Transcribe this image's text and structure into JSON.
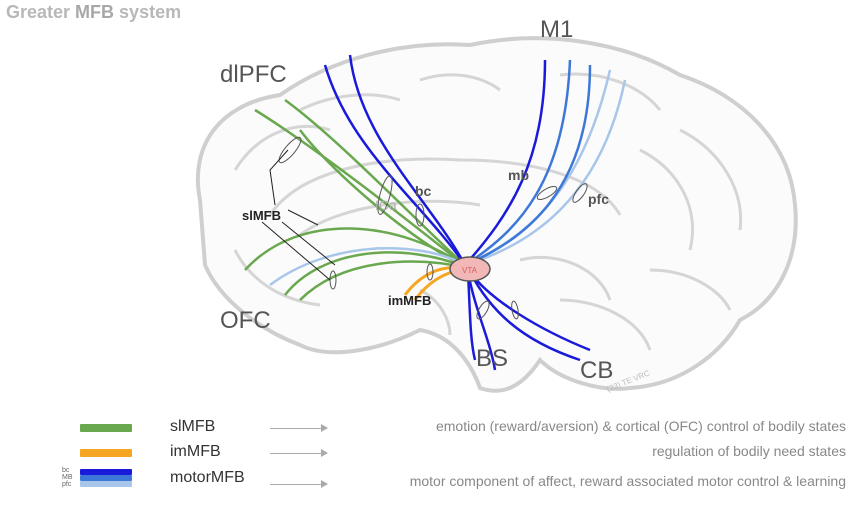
{
  "title": {
    "prefix": "Greater ",
    "strong": "MFB",
    "suffix": " system"
  },
  "labels": {
    "m1": "M1",
    "dlpfc": "dlPFC",
    "ofc": "OFC",
    "bs": "BS",
    "cb": "CB",
    "mb": "mb",
    "pfc": "pfc",
    "bc": "bc",
    "ica": "ICa",
    "slmfb": "slMFB",
    "immfb": "imMFB",
    "vta": "VTA",
    "signature": "(23) TE VRC"
  },
  "colors": {
    "slmfb": "#6aa84f",
    "immfb": "#f5a623",
    "motor_dark": "#1a1adb",
    "motor_mid": "#3d78d8",
    "motor_light": "#a7c6ea",
    "vta_fill": "#f2b8b8",
    "vta_text": "#e05a5a",
    "brain_outline": "#c8c8c8"
  },
  "legend": [
    {
      "label": "slMFB",
      "description": "emotion (reward/aversion) & cortical (OFC) control of bodily states",
      "swatch": "slmfb"
    },
    {
      "label": "imMFB",
      "description": "regulation of bodily need states",
      "swatch": "immfb"
    },
    {
      "label": "motorMFB",
      "description": "motor component of affect, reward associated motor control & learning",
      "swatch": "motor",
      "sub_labels": [
        "bc",
        "MB",
        "pfc"
      ]
    }
  ]
}
